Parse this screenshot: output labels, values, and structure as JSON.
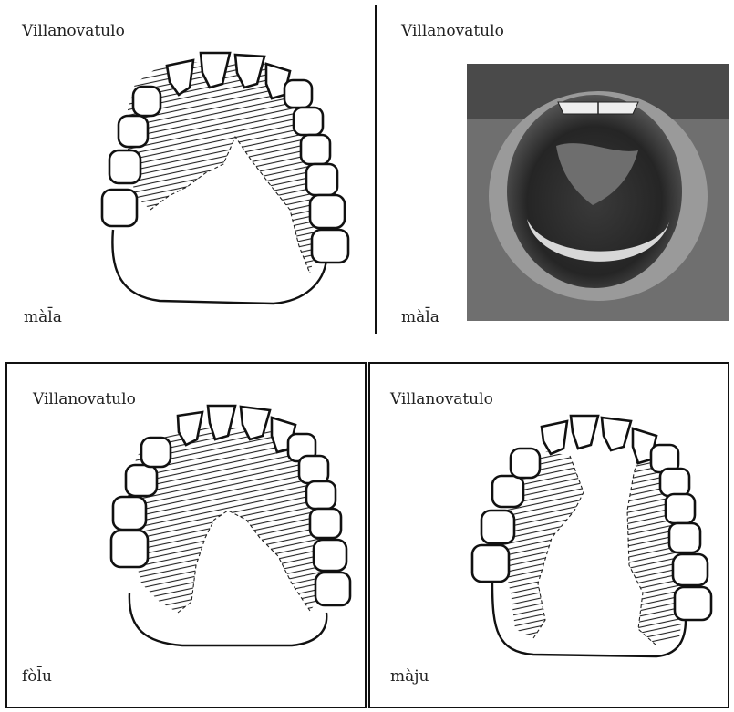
{
  "panels": [
    {
      "title": "Villanovatulo",
      "word": "màl̄a"
    },
    {
      "title": "Villanovatulo",
      "word": "màl̄a"
    },
    {
      "title": "Villanovatulo",
      "word": "fòl̄u"
    },
    {
      "title": "Villanovatulo",
      "word": "màju"
    }
  ],
  "colors": {
    "ink": "#111111",
    "background": "#ffffff",
    "photo_dark": "#2a2a2a",
    "photo_mid": "#8a8a8a"
  }
}
